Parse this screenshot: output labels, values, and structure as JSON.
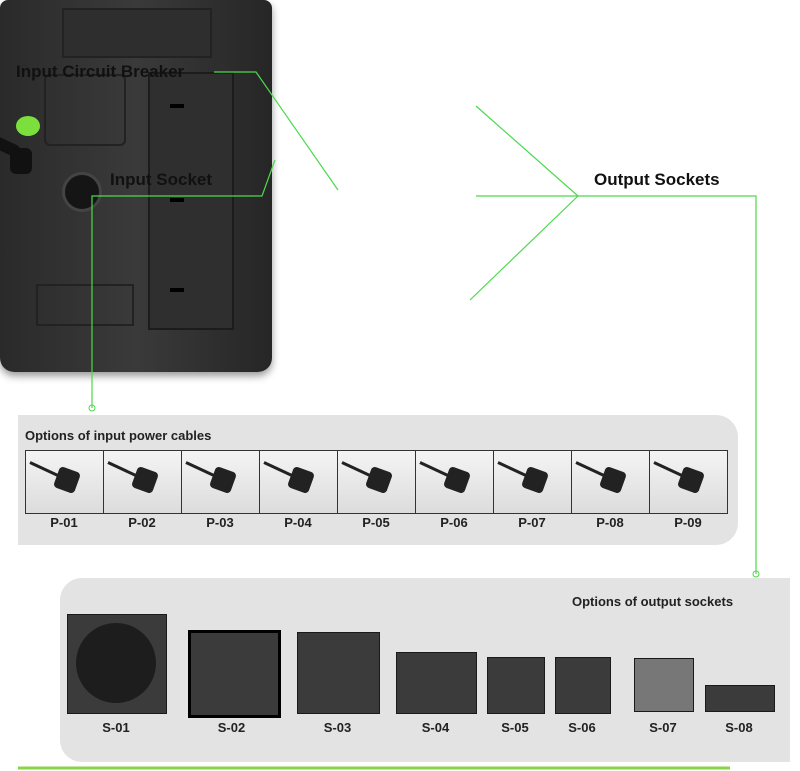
{
  "callouts": {
    "input_circuit_breaker": "Input Circuit Breaker",
    "input_socket": "Input Socket",
    "output_sockets": "Output Sockets"
  },
  "accent_color": "#4cd94c",
  "input_cables": {
    "title": "Options of input power cables",
    "items": [
      "P-01",
      "P-02",
      "P-03",
      "P-04",
      "P-05",
      "P-06",
      "P-07",
      "P-08",
      "P-09"
    ]
  },
  "output_sockets": {
    "title": "Options of output sockets",
    "items": [
      "S-01",
      "S-02",
      "S-03",
      "S-04",
      "S-05",
      "S-06",
      "S-07",
      "S-08"
    ]
  }
}
